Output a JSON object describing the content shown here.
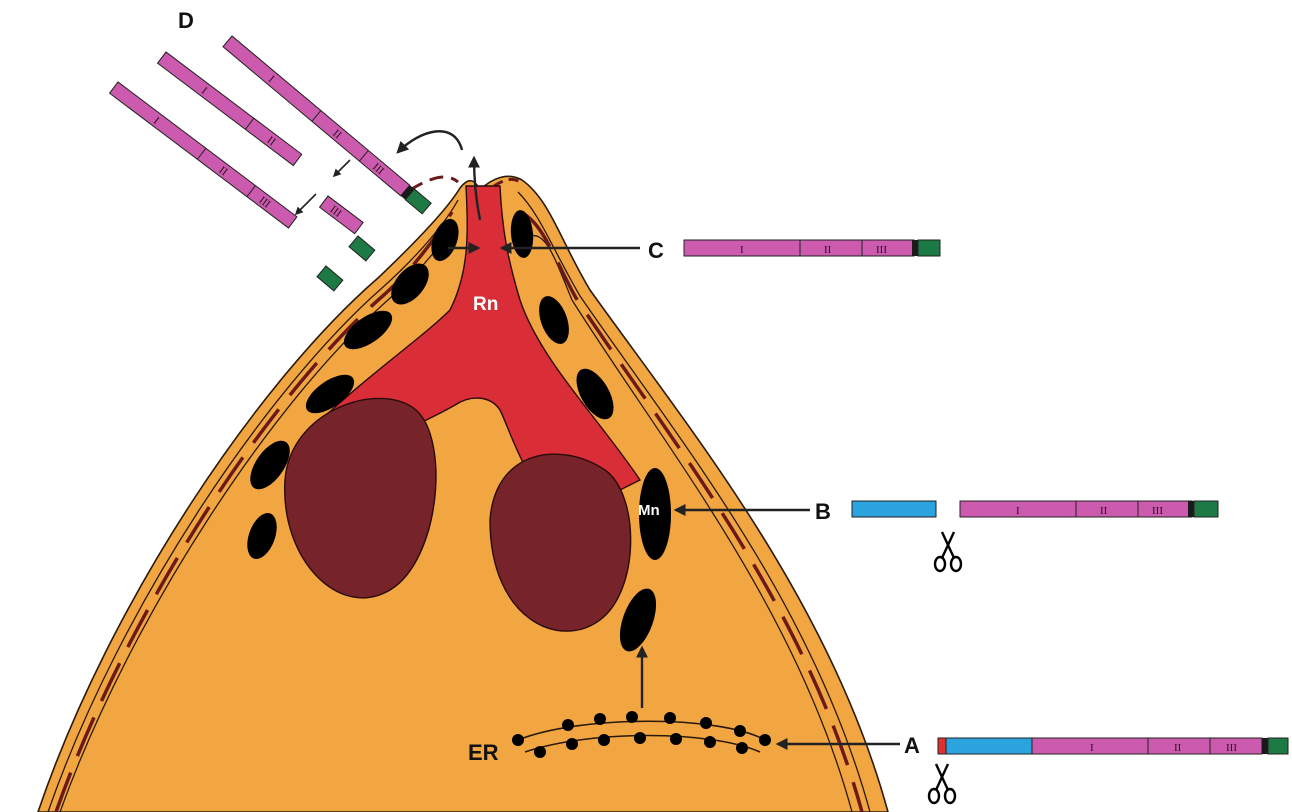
{
  "labels": {
    "A": "A",
    "B": "B",
    "C": "C",
    "D": "D",
    "ER": "ER",
    "Rn": "Rn",
    "Mn": "Mn"
  },
  "domains": {
    "I": "I",
    "II": "II",
    "III": "III"
  },
  "colors": {
    "cell": "#F2A642",
    "rhoptry_neck": "#D92E37",
    "rhoptry_bulb": "#76242A",
    "microneme": "#000000",
    "membrane_dashes": "#6B1A1A",
    "signal_peptide": "#E03030",
    "prodomain": "#2BA3DE",
    "mature_domain": "#CC5AAE",
    "tm_domain": "#1A1A1A",
    "cytoplasmic_tail": "#1E7A45"
  },
  "icons": [
    "scissors-icon",
    "arrow-icon"
  ]
}
